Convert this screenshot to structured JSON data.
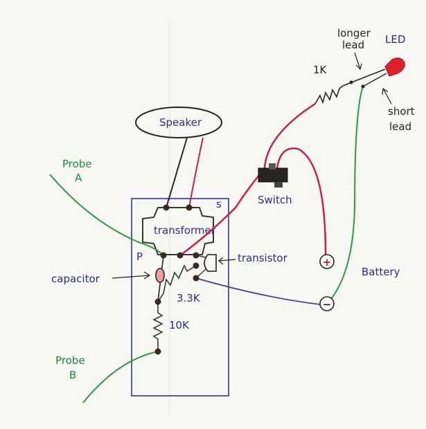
{
  "labels": {
    "speaker": "Speaker",
    "probe_a_1": "Probe",
    "probe_a_2": "A",
    "probe_b_1": "Probe",
    "probe_b_2": "B",
    "transformer": "transformer",
    "secondary": "s",
    "primary": "P",
    "transistor": "transistor",
    "capacitor": "capacitor",
    "r_33k": "3.3K",
    "r_10k": "10K",
    "switch": "Switch",
    "r_1k": "1K",
    "longer_lead_1": "longer",
    "longer_lead_2": "lead",
    "led": "LED",
    "short_lead_1": "short",
    "short_lead_2": "lead",
    "battery": "Battery",
    "plus": "+",
    "minus": "−"
  },
  "colors": {
    "board": "#2f34a0",
    "red_wire": "#c8203f",
    "green_wire": "#2e9a40",
    "blue_wire": "#3a3ea8",
    "black_wire": "#2a2420",
    "led": "#e0202a"
  }
}
